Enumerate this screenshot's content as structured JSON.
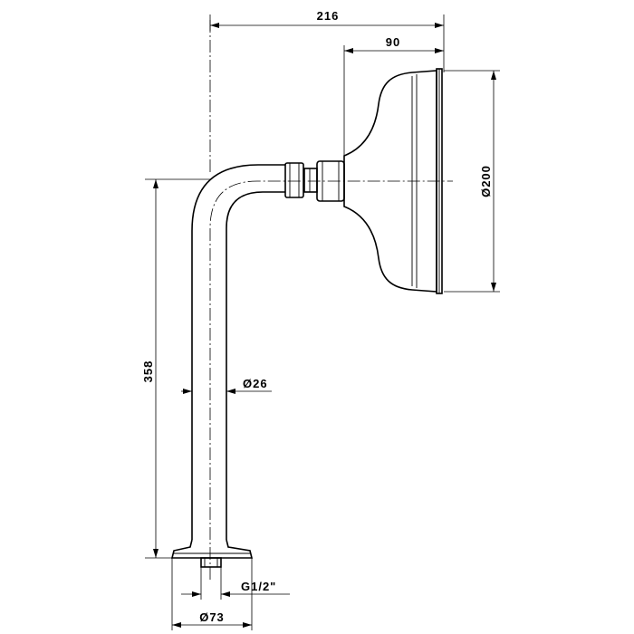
{
  "dimensions": {
    "overall_width": "216",
    "head_depth": "90",
    "head_diameter": "Ø200",
    "height": "358",
    "pipe_diameter": "Ø26",
    "thread": "G1/2\"",
    "flange_diameter": "Ø73"
  },
  "colors": {
    "line": "#000000",
    "background": "#ffffff"
  }
}
